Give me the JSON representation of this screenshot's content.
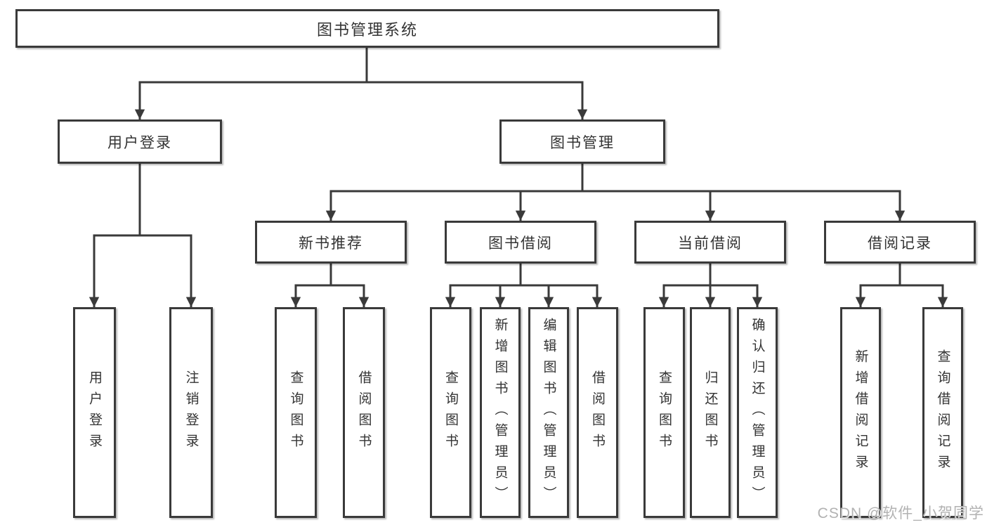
{
  "title": {
    "root": "图书管理系统"
  },
  "level2": {
    "user_login": "用户登录",
    "book_mgmt": "图书管理"
  },
  "level3": {
    "new_books": "新书推荐",
    "book_borrow": "图书借阅",
    "current_borrow": "当前借阅",
    "borrow_records": "借阅记录"
  },
  "leaves": {
    "user_login": [
      "用户登录",
      "注销登录"
    ],
    "new_books": [
      "查询图书",
      "借阅图书"
    ],
    "book_borrow": [
      "查询图书",
      "新增图书（管理员）",
      "编辑图书（管理员）",
      "借阅图书"
    ],
    "current_borrow": [
      "查询图书",
      "归还图书",
      "确认归还（管理员）"
    ],
    "borrow_records": [
      "新增借阅记录",
      "查询借阅记录"
    ]
  },
  "watermark": "CSDN @软件_小贺同学",
  "colors": {
    "line": "#3a3a3a",
    "box_border": "#3a3a3a",
    "box_fill": "#ffffff",
    "text": "#333333",
    "watermark": "#b2b2b2",
    "background": "#ffffff"
  }
}
